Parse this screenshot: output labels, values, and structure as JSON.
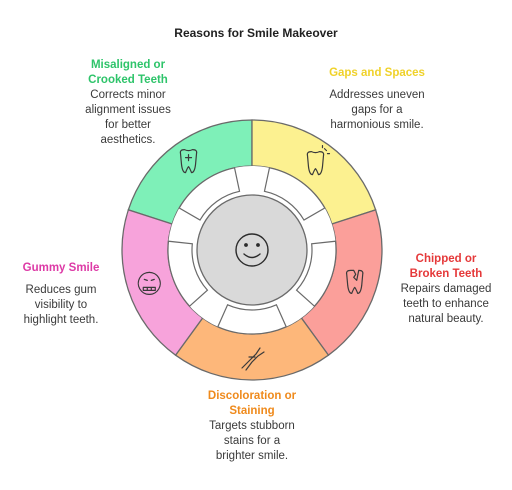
{
  "title": "Reasons for Smile Makeover",
  "segments": [
    {
      "heading": "Misaligned or Crooked Teeth",
      "heading_lines": [
        "Misaligned or",
        "Crooked Teeth"
      ],
      "description": "Corrects minor alignment issues for better aesthetics.",
      "description_lines": [
        "Corrects minor",
        "alignment issues",
        "for better",
        "aesthetics."
      ],
      "color": "#7ef0b8",
      "text_color": "#2ec46a",
      "icon": "tooth-plus-icon"
    },
    {
      "heading": "Gaps and Spaces",
      "heading_lines": [
        "Gaps and Spaces"
      ],
      "description": "Addresses uneven gaps for a harmonious smile.",
      "description_lines": [
        "Addresses uneven",
        "gaps for a",
        "harmonious smile."
      ],
      "color": "#fcf190",
      "text_color": "#f0d22a",
      "icon": "tooth-sparkle-icon"
    },
    {
      "heading": "Chipped or Broken Teeth",
      "heading_lines": [
        "Chipped or",
        "Broken Teeth"
      ],
      "description": "Repairs damaged teeth to enhance natural beauty.",
      "description_lines": [
        "Repairs damaged",
        "teeth to enhance",
        "natural beauty."
      ],
      "color": "#fb9f9a",
      "text_color": "#e5393a",
      "icon": "broken-tooth-icon"
    },
    {
      "heading": "Discoloration or Staining",
      "heading_lines": [
        "Discoloration or",
        "Staining"
      ],
      "description": "Targets stubborn stains for a brighter smile.",
      "description_lines": [
        "Targets stubborn",
        "stains for a",
        "brighter smile."
      ],
      "color": "#fdb77a",
      "text_color": "#ef8a1c",
      "icon": "pliers-icon"
    },
    {
      "heading": "Gummy Smile",
      "heading_lines": [
        "Gummy Smile"
      ],
      "description": "Reduces gum visibility to highlight teeth.",
      "description_lines": [
        "Reduces gum",
        "visibility to",
        "highlight teeth."
      ],
      "color": "#f7a3db",
      "text_color": "#dd3aa6",
      "icon": "grimace-face-icon"
    }
  ],
  "center_icon": "smiley-face-icon",
  "center_color": "#d9d9d9"
}
